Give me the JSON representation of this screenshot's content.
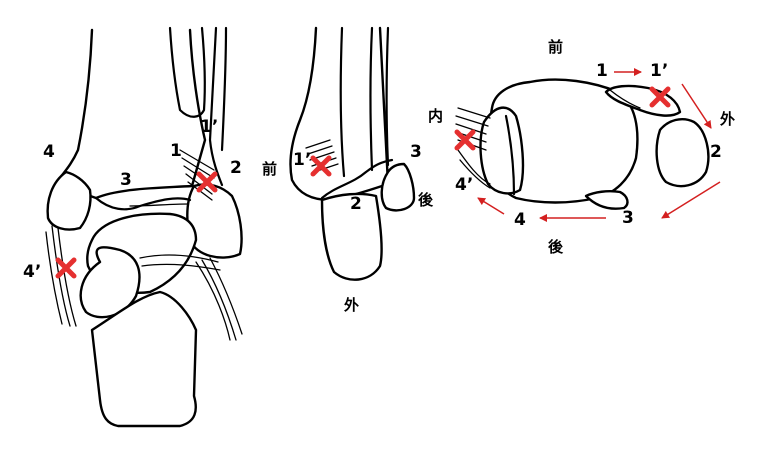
{
  "panels": {
    "left": {
      "labels": {
        "l4": "4",
        "l1": "1",
        "l1p": "1’",
        "l2": "2",
        "l3": "3",
        "l4p": "4’"
      }
    },
    "middle": {
      "labels": {
        "front": "前",
        "l1p": "1’",
        "l2": "2",
        "l3": "3",
        "back": "後",
        "outer": "外"
      }
    },
    "right": {
      "labels": {
        "front": "前",
        "l1": "1",
        "l1p": "1’",
        "outer": "外",
        "l2": "2",
        "inner": "内",
        "l4p": "4’",
        "l3": "3",
        "l4": "4",
        "back": "後"
      }
    }
  },
  "colors": {
    "marker": "#e53030",
    "arrow": "#d42020",
    "outline": "#000000"
  },
  "icons": {
    "injury_marker": "x-mark-icon",
    "direction": "arrow-icon"
  }
}
